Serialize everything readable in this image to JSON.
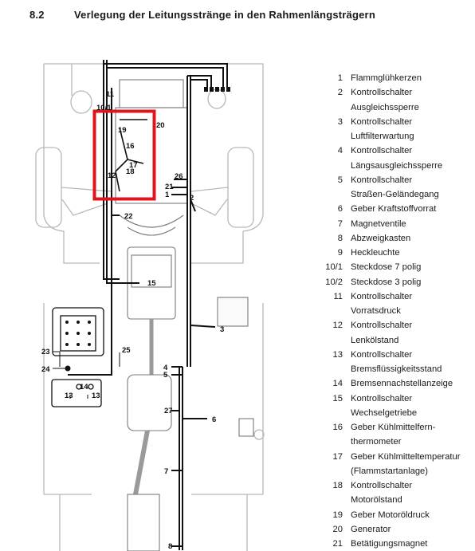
{
  "header": {
    "section_number": "8.2",
    "title": "Verlegung der Leitungsstränge in den Rahmenlängsträgern"
  },
  "callouts": {
    "c11": "11",
    "c10_1": "10/1",
    "c20": "20",
    "c19": "19",
    "c16": "16",
    "c17": "17",
    "c18": "18",
    "c12": "12",
    "c26": "26",
    "c1": "1",
    "c21": "21",
    "c2": "2",
    "c22": "22",
    "c15": "15",
    "c3": "3",
    "c23": "23",
    "c25": "25",
    "c24": "24",
    "c4": "4",
    "c5": "5",
    "c14": "14",
    "c13a": "13",
    "c13b": "13",
    "c27": "27",
    "c6": "6",
    "c7": "7",
    "c8": "8"
  },
  "highlight_color": "#e0141c",
  "legend": [
    {
      "num": "1",
      "text": "Flammglühkerzen"
    },
    {
      "num": "2",
      "text": "Kontrollschalter"
    },
    {
      "num": "",
      "text": "Ausgleichssperre"
    },
    {
      "num": "3",
      "text": "Kontrollschalter"
    },
    {
      "num": "",
      "text": "Luftfilterwartung"
    },
    {
      "num": "4",
      "text": "Kontrollschalter"
    },
    {
      "num": "",
      "text": "Längsausgleichssperre"
    },
    {
      "num": "5",
      "text": "Kontrollschalter"
    },
    {
      "num": "",
      "text": "Straßen-Geländegang"
    },
    {
      "num": "6",
      "text": "Geber Kraftstoffvorrat"
    },
    {
      "num": "7",
      "text": "Magnetventile"
    },
    {
      "num": "8",
      "text": "Abzweigkasten"
    },
    {
      "num": "9",
      "text": "Heckleuchte"
    },
    {
      "num": "10/1",
      "text": "Steckdose 7 polig"
    },
    {
      "num": "10/2",
      "text": "Steckdose 3 polig"
    },
    {
      "num": "11",
      "text": "Kontrollschalter"
    },
    {
      "num": "",
      "text": "Vorratsdruck"
    },
    {
      "num": "12",
      "text": "Kontrollschalter"
    },
    {
      "num": "",
      "text": "Lenkölstand"
    },
    {
      "num": "13",
      "text": "Kontrollschalter"
    },
    {
      "num": "",
      "text": "Bremsflüssigkeitsstand"
    },
    {
      "num": "14",
      "text": "Bremsennachstellanzeige"
    },
    {
      "num": "15",
      "text": "Kontrollschalter"
    },
    {
      "num": "",
      "text": "Wechselgetriebe"
    },
    {
      "num": "16",
      "text": "Geber Kühlmittelfern-"
    },
    {
      "num": "",
      "text": "thermometer"
    },
    {
      "num": "17",
      "text": "Geber Kühlmitteltemperatur"
    },
    {
      "num": "",
      "text": "(Flammstartanlage)"
    },
    {
      "num": "18",
      "text": "Kontrollschalter"
    },
    {
      "num": "",
      "text": "Motorölstand"
    },
    {
      "num": "19",
      "text": "Geber Motoröldruck"
    },
    {
      "num": "20",
      "text": "Generator"
    },
    {
      "num": "21",
      "text": "Betätigungsmagnet"
    }
  ]
}
